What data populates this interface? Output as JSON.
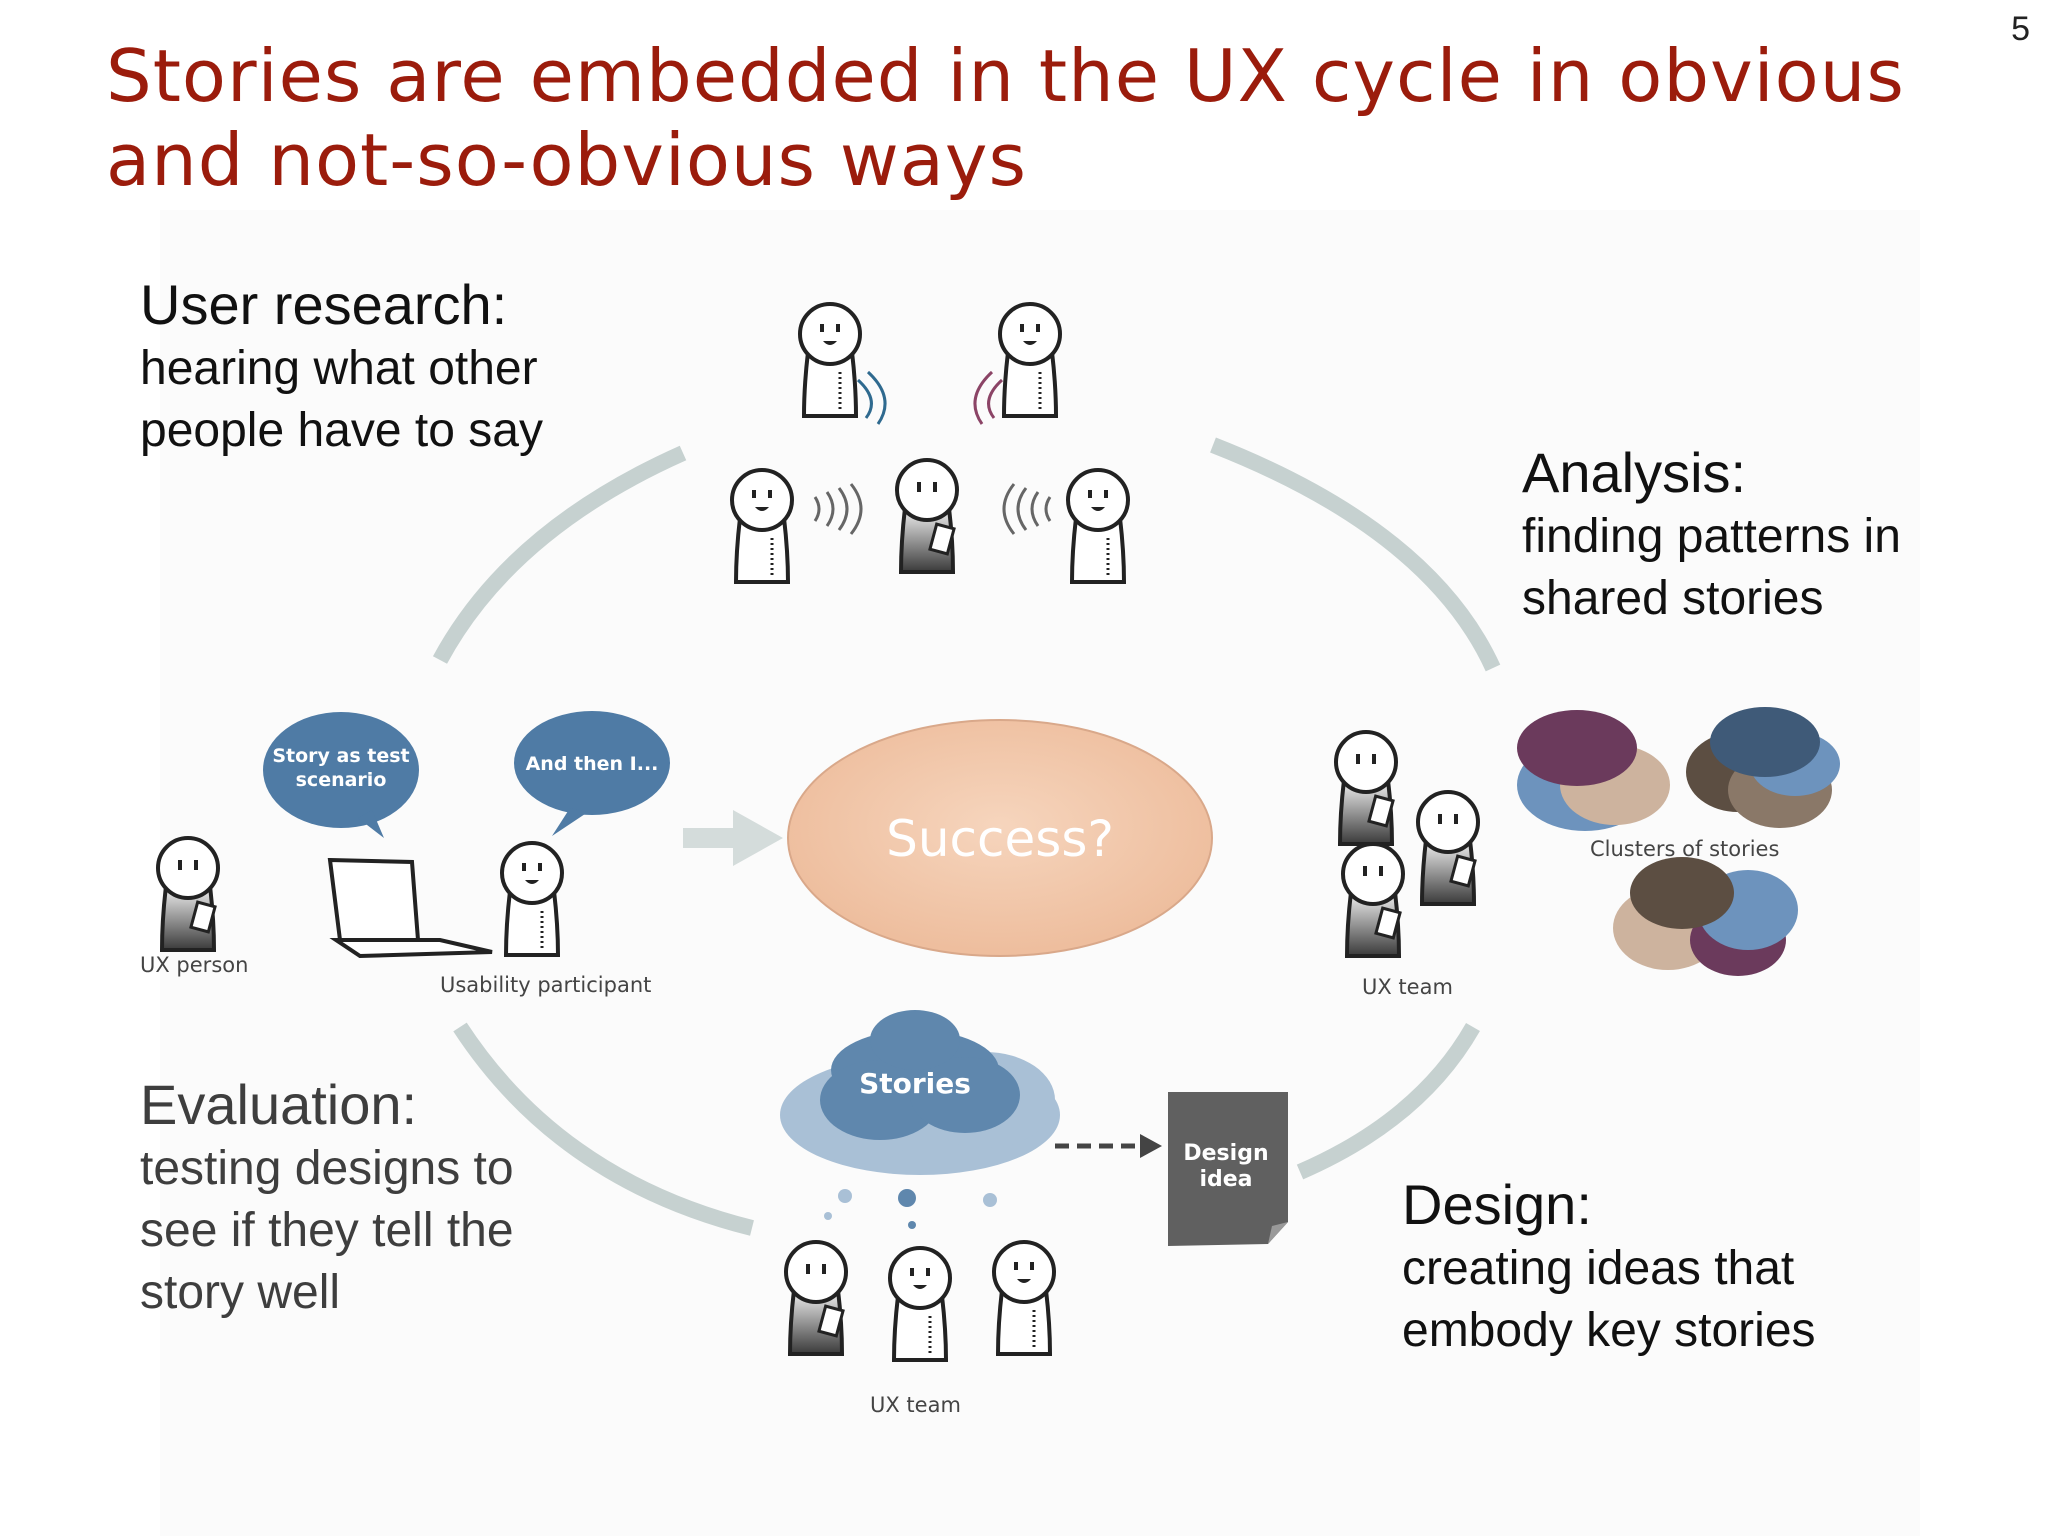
{
  "slide": {
    "page_number": "5",
    "title_line1": "Stories are embedded in the UX cycle in obvious",
    "title_line2": "and not-so-obvious ways"
  },
  "captions": {
    "user_research": {
      "heading": "User research:",
      "line1": "hearing what other",
      "line2": "people have to say"
    },
    "analysis": {
      "heading": "Analysis:",
      "line1": "finding patterns in",
      "line2": "shared stories"
    },
    "evaluation": {
      "heading": "Evaluation:",
      "line1": "testing designs to",
      "line2": "see if they tell the",
      "line3": "story well"
    },
    "design": {
      "heading": "Design:",
      "line1": "creating ideas that",
      "line2": "embody key stories"
    }
  },
  "diagram": {
    "center_label": "Success?",
    "bubble_story": [
      "Story as test",
      "scenario"
    ],
    "bubble_andthen": "And then I...",
    "ux_person_label": "UX person",
    "usability_participant_label": "Usability participant",
    "ux_team_right_label": "UX team",
    "clusters_label": "Clusters of stories",
    "stories_cloud_label": "Stories",
    "design_idea_label": [
      "Design",
      "idea"
    ],
    "ux_team_bottom_label": "UX team"
  },
  "colors": {
    "title": "#9b1c0c",
    "cycle_arc": "#c6d1d0",
    "success_fill": "#f2c6a8",
    "bubble_blue": "#4f7ba5",
    "cloud_dark": "#5f87ad",
    "cloud_light": "#a9c0d6",
    "cluster_purple": "#6b3a5c",
    "cluster_navy": "#3f5a78",
    "cluster_blue": "#6d93bd",
    "cluster_tan": "#cdb39e",
    "cluster_brown": "#5c4e42"
  }
}
